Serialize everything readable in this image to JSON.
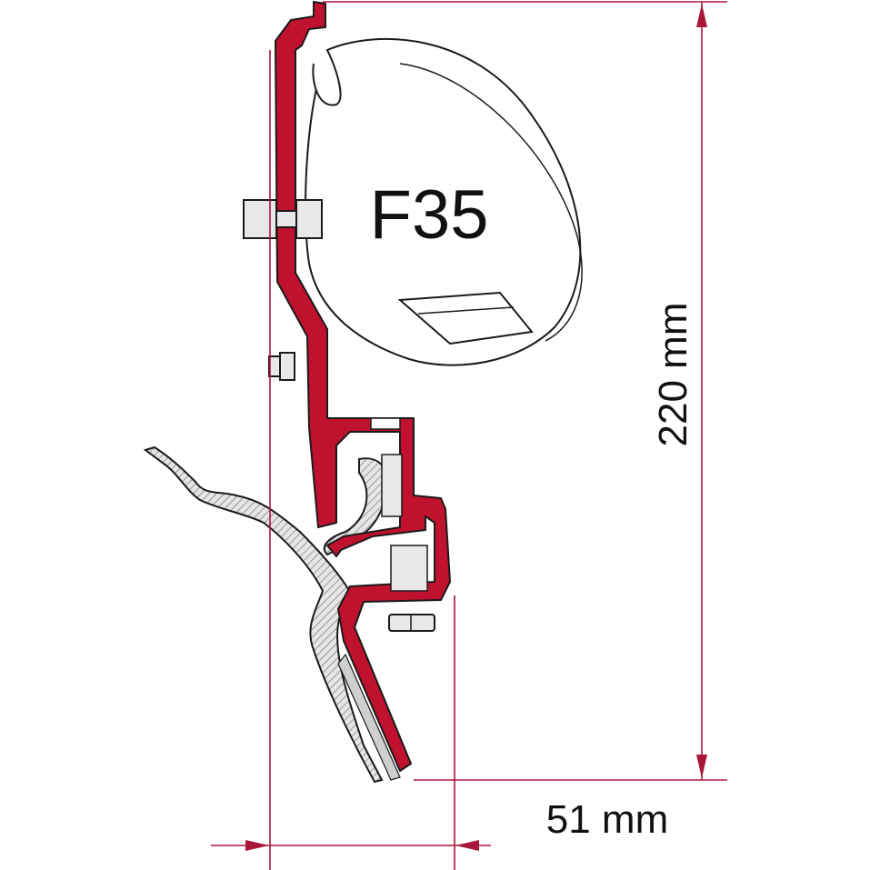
{
  "product_label": "F35",
  "dimensions": {
    "height_label": "220 mm",
    "width_label": "51 mm"
  },
  "colors": {
    "bracket": "#c0122f",
    "dimension_lines": "#a8163a",
    "outline": "#1a1a1a",
    "wall_fill": "#d8d8d8"
  }
}
